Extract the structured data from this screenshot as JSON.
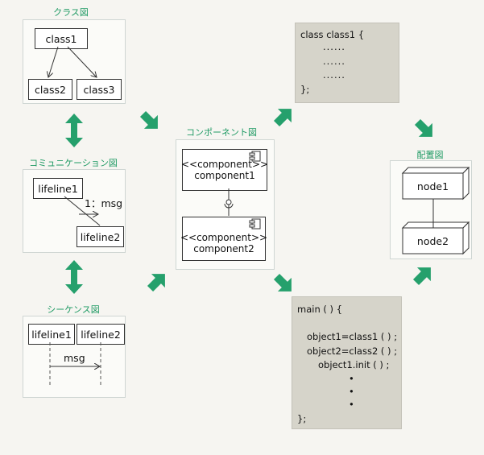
{
  "colors": {
    "accent": "#1f9a64",
    "arrow": "#25a06c",
    "panel": "#fbfbf8",
    "code_bg": "#d6d4ca"
  },
  "class_diagram": {
    "title": "クラス図",
    "class1": "class1",
    "class2": "class2",
    "class3": "class3"
  },
  "communication_diagram": {
    "title": "コミュニケーション図",
    "lifeline1": "lifeline1",
    "lifeline2": "lifeline2",
    "message": "1：msg"
  },
  "sequence_diagram": {
    "title": "シーケンス図",
    "lifeline1": "lifeline1",
    "lifeline2": "lifeline2",
    "message": "msg"
  },
  "component_diagram": {
    "title": "コンポーネント図",
    "component1": {
      "stereotype": "<<component>>",
      "name": "component1"
    },
    "component2": {
      "stereotype": "<<component>>",
      "name": "component2"
    }
  },
  "code_class": {
    "lines": [
      "class class1 {",
      "......",
      "......",
      "......",
      "};"
    ]
  },
  "code_main": {
    "lines": [
      "main ( ) {",
      "object1=class1 ( ) ;",
      "object2=class2 ( ) ;",
      "object1.init ( ) ;",
      "•",
      "•",
      "•",
      "};"
    ]
  },
  "deployment_diagram": {
    "title": "配置図",
    "node1": "node1",
    "node2": "node2"
  }
}
